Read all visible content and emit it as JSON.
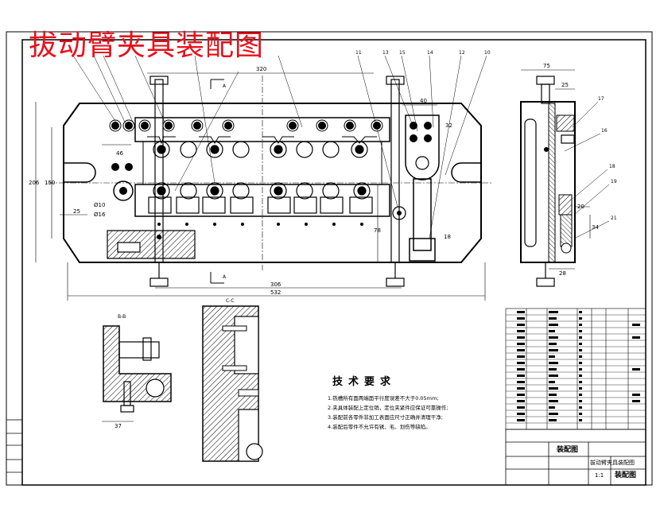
{
  "title": "拔动臂夹具装配图",
  "dimensions": {
    "d320": "320",
    "d46": "46",
    "d40": "40",
    "d150": "150",
    "d206": "206",
    "d25": "25",
    "phi10": "Ø10",
    "phi16": "Ø16",
    "d78": "78",
    "d306": "306",
    "d532": "532",
    "d75": "75",
    "d25b": "25",
    "d20": "20",
    "d34": "34",
    "d28": "28",
    "d37": "37",
    "d18": "18",
    "d32": "32"
  },
  "section_labels": {
    "bb": "B-B",
    "cc": "C-C",
    "a1": "A",
    "a2": "A"
  },
  "leader_numbers": [
    "11",
    "13",
    "15",
    "14",
    "12",
    "10",
    "17",
    "16",
    "18",
    "19",
    "21"
  ],
  "technical_requirements": {
    "title": "技术要求",
    "items": [
      "1.铣槽所有面两端面平行度误差不大于0.05mm;",
      "2.夹具体装配上定位销，定位夹紧件应保证可靠操作;",
      "3.装配前各零件非加工表面应尺寸正确并清理干净;",
      "4.装配后零件不允许有锈、毛、划伤等缺陷。"
    ]
  },
  "title_block": {
    "name": "装配图",
    "drawing_title": "装配图",
    "school": "拔动臂夹具装配图",
    "scale": "1:1"
  },
  "colors": {
    "title_red": "#e8101a",
    "line": "#000000",
    "hatch": "#000000"
  }
}
